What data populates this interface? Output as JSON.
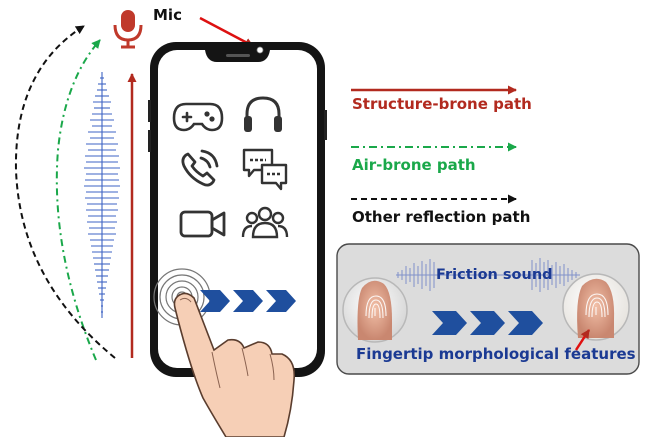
{
  "labels": {
    "mic": "Mic",
    "structure_path": "Structure-brone path",
    "air_path": "Air-brone path",
    "other_path": "Other reflection path",
    "friction_sound": "Friction sound",
    "fingertip_features": "Fingertip morphological features"
  },
  "icons": [
    "microphone-icon",
    "gamepad-icon",
    "headphones-icon",
    "phone-call-icon",
    "chat-icon",
    "video-camera-icon",
    "group-icon",
    "fingerprint-icon",
    "pointing-hand-icon"
  ],
  "colors": {
    "structure": "#b22a1f",
    "air": "#1aa84a",
    "other": "#111111",
    "wave": "#3e63c4",
    "chevron": "#1f4f9e",
    "panel_bg": "#dcdcdc",
    "feature_text": "#1b3a93"
  }
}
